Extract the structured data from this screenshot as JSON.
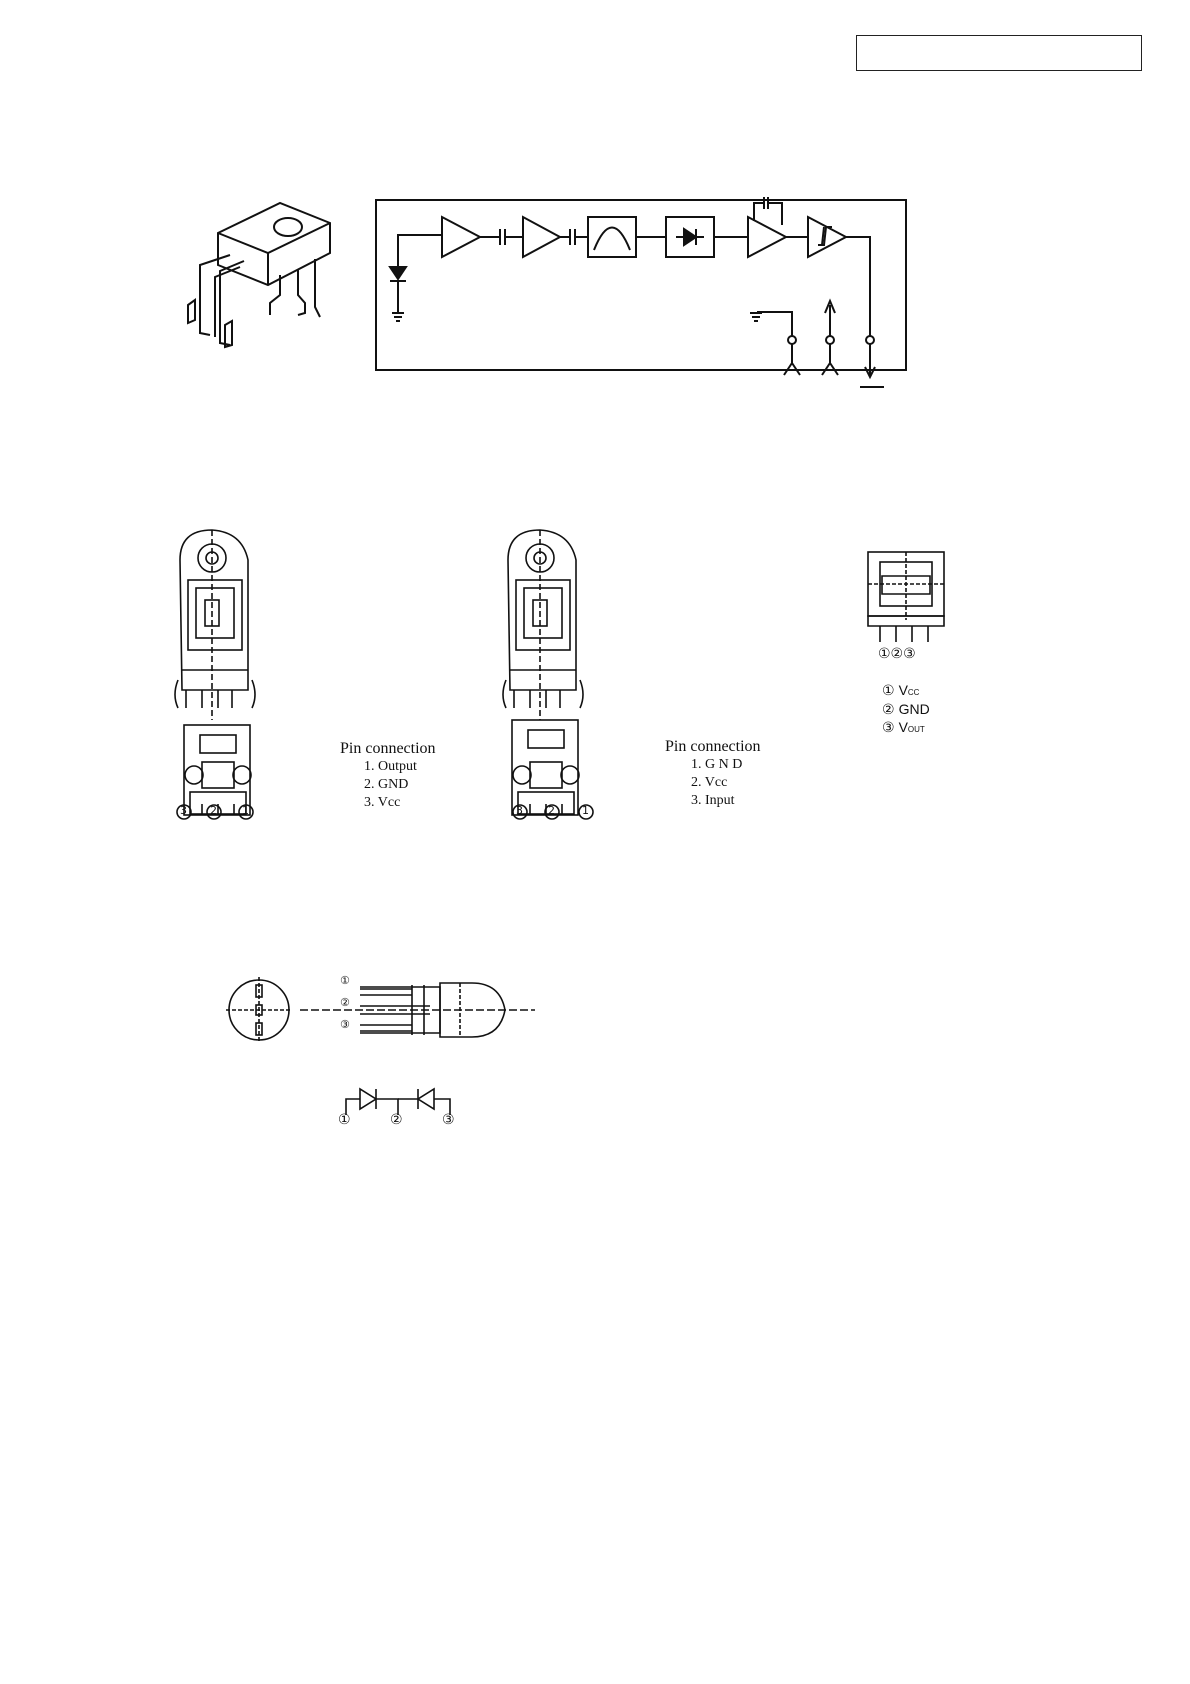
{
  "header_box": {
    "text": ""
  },
  "receiver_pins": {
    "title": "Pin connection",
    "items": [
      "1.  Output",
      "2.  GND",
      "3.  Vcc"
    ]
  },
  "transmitter_pins": {
    "title": "Pin connection",
    "items": [
      "1.  G N D",
      "2.  Vcc",
      "3.  Input"
    ]
  },
  "ir_receiver_pins": {
    "numbers": "①②③",
    "legend": [
      {
        "num": "①",
        "label": "V",
        "sub": "CC"
      },
      {
        "num": "②",
        "label": "GND",
        "sub": ""
      },
      {
        "num": "③",
        "label": "V",
        "sub": "OUT"
      }
    ]
  },
  "led_pins": {
    "p1": "①",
    "p2": "②",
    "p3": "③"
  },
  "pin_markers": {
    "p1": "1",
    "p2": "2",
    "p3": "3"
  }
}
